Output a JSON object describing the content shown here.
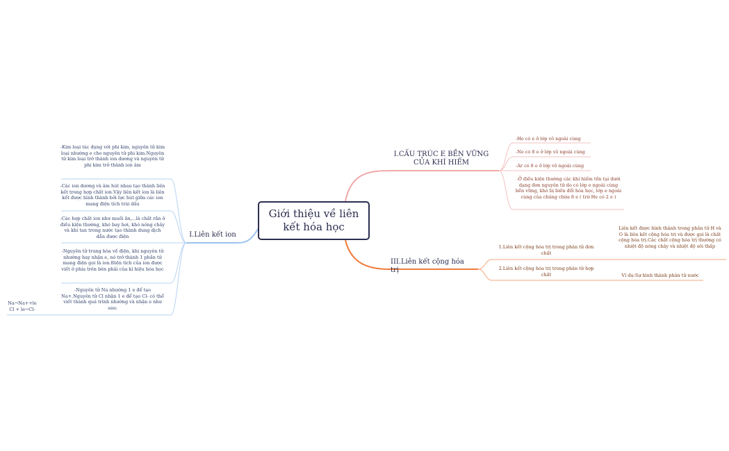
{
  "root": {
    "title": "Giới thiệu về liên kết hóa học"
  },
  "branches": {
    "ion": {
      "label": "I.Liên kết ion",
      "items": [
        "-Kim loại tác dụng với phi kim, nguyên tử kim loại nhường e cho nguyên tử phi kim.Nguyên tử kim loại trở thành ion dương và nguyên tử phi kim trở thành ion âm",
        "-Các ion dương và âm hút nhau tạo thành liên kết trong hợp chất ion.Vậy liên kết ion là liên kết được hình thành bởi lực hút giữa các ion mang điện tích trái dấu",
        "-Các hợp chất ion như muối ăn,...là chất rắn ở điều kiện thường, khó bay hơi, khó nóng chảy và khi tan trong nước tạo thành dung dịch dẫn được điện",
        "-Nguyên tử trung hòa về điện, khi nguyên tử nhường hay nhận e, nó trở thành 1 phần tử mang điện gọi là ion.Điện tích của ion được viết ở phía trên bên phải của kí hiệu hóa học",
        "-Nguyên tử Na nhường 1 e để tạo Na+.Nguyên tử Cl nhận 1 e để tạo Cl- có thể viết thành quá trình nhường và nhận e như sau:"
      ],
      "equations": [
        "Na→Na++le",
        "Cl + le→Cl-"
      ]
    },
    "noble": {
      "label": "I.CẤU TRÚC E BỀN VỮNG CỦA KHÍ HIẾM",
      "items": [
        "-He có e ở lớp vỏ ngoài cùng",
        "-Ne có 8 e ở lớp vỏ ngoài cùng",
        "-Ar có 8 e ở lớp vỏ ngoài cùng",
        "-Ở điều kiện thường các khí hiếm tồn tại dưới dạng đơn nguyên tử do có lớp e ngoài cùng bền vững, khó bị biến đổi hóa học, lớp e ngoài cùng của chúng chứa 8 e ( trừ He có 2 e )"
      ]
    },
    "covalent": {
      "label": "III.Liên kết cộng hóa trị",
      "items": [
        {
          "label": "1.Liên kết cộng hóa trị trong phân tử đơn chất",
          "detail": "Liên kết được hình thành trong phân tử H và O là liên kết cộng hóa trị và được gọi là chất cộng hóa trị.Các chất cộng hóa trị thường có nhiệt độ nóng chảy và nhiệt độ sôi thấp"
        },
        {
          "label": "2.Liên kết cộng hóa trị trong phân tử hợp chất",
          "detail": "Ví dụ:Sự hình thành phân tử nước"
        }
      ]
    }
  },
  "colors": {
    "root_border": "#2b2d4f",
    "ion_branch": "#9cc3f0",
    "noble_branch": "#f0a8a8",
    "covalent_branch": "#f07a3a"
  }
}
